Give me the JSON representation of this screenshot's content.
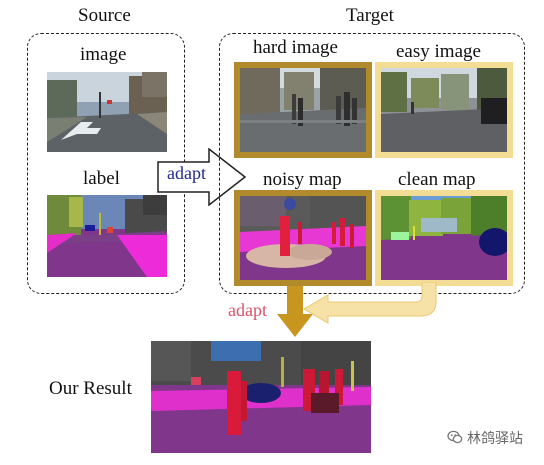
{
  "source": {
    "title": "Source",
    "image_label": "image",
    "label_label": "label"
  },
  "target": {
    "title": "Target",
    "hard_image": "hard image",
    "easy_image": "easy image",
    "noisy_map": "noisy map",
    "clean_map": "clean map"
  },
  "arrows": {
    "adapt_center": "adapt",
    "adapt_bottom": "adapt"
  },
  "result": {
    "label": "Our Result"
  },
  "watermark": {
    "text": "林鸽驿站"
  },
  "colors": {
    "hard_frame": "#b18a2c",
    "easy_frame": "#f3dc94",
    "adapt_center_text": "#1f2a8a",
    "adapt_bottom_text": "#d9536b",
    "dark_arrow": "#c8951f",
    "light_arrow": "#f6e2a6"
  }
}
